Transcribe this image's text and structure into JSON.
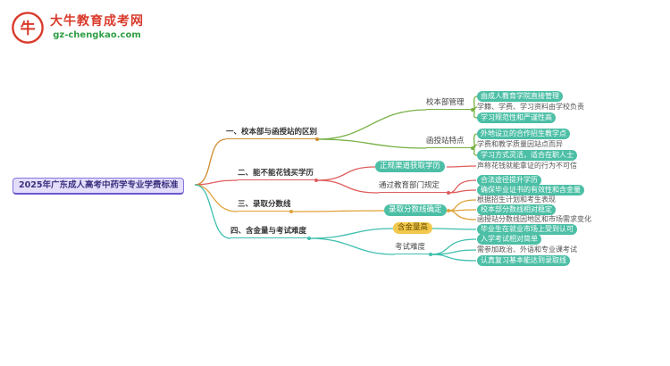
{
  "logo": {
    "title": "大牛教育成考网",
    "domain": "gz-chengkao.com",
    "icon_glyph": "牛"
  },
  "root": {
    "label": "2025年广东成人高考中药学专业学费标准"
  },
  "branches": [
    {
      "label": "一、校本部与函授站的区别",
      "children": [
        {
          "label": "校本部管理",
          "leaves": [
            {
              "text": "由成人教育学院直接管理",
              "pill": true
            },
            {
              "text": "学籍、学费、学习资料由学校负责",
              "pill": false
            },
            {
              "text": "学习规范性和严谨性高",
              "pill": true
            }
          ]
        },
        {
          "label": "函授站特点",
          "leaves": [
            {
              "text": "外地设立的合作招生教学点",
              "pill": true
            },
            {
              "text": "学费和教学质量因站点而异",
              "pill": false
            },
            {
              "text": "学习方式灵活，适合在职人士",
              "pill": true
            }
          ]
        }
      ]
    },
    {
      "label": "二、能不能花钱买学历",
      "children": [
        {
          "label": "正规渠道获取学历",
          "leaves": [
            {
              "text": "声称花钱就能拿证的行为不可信",
              "pill": false
            }
          ]
        },
        {
          "label": "通过教育部门规定",
          "leaves": [
            {
              "text": "合法途径提升学历",
              "pill": true
            },
            {
              "text": "确保毕业证书的有效性和含金量",
              "pill": true
            }
          ]
        }
      ]
    },
    {
      "label": "三、录取分数线",
      "children": [
        {
          "label": "录取分数线确定",
          "leaves": [
            {
              "text": "根据招生计划和考生表现",
              "pill": false
            },
            {
              "text": "校本部分数线相对稳定",
              "pill": true
            },
            {
              "text": "函授站分数线因地区和市场需求变化",
              "pill": false
            }
          ]
        }
      ]
    },
    {
      "label": "四、含金量与考试难度",
      "children": [
        {
          "label": "含金量高",
          "leaves": [
            {
              "text": "毕业生在就业市场上受到认可",
              "pill": true
            }
          ]
        },
        {
          "label": "考试难度",
          "leaves": [
            {
              "text": "入学考试相对简单",
              "pill": true
            },
            {
              "text": "需参加政治、外语和专业课考试",
              "pill": false
            },
            {
              "text": "认真复习基本能达到录取线",
              "pill": true
            }
          ]
        }
      ]
    }
  ],
  "colors": {
    "root_fill": "#e4defb",
    "root_border": "#8474dd",
    "branch1": "#d08c2e",
    "branch1_children": "#76b043",
    "branch2": "#e05c5c",
    "branch3": "#dfa23a",
    "branch4": "#3fbfae",
    "leaf_pill": "#4cbfa6",
    "highlight_yellow": "#f2c94c",
    "brand_red": "#d93a2b",
    "brand_green": "#2f9e44"
  }
}
